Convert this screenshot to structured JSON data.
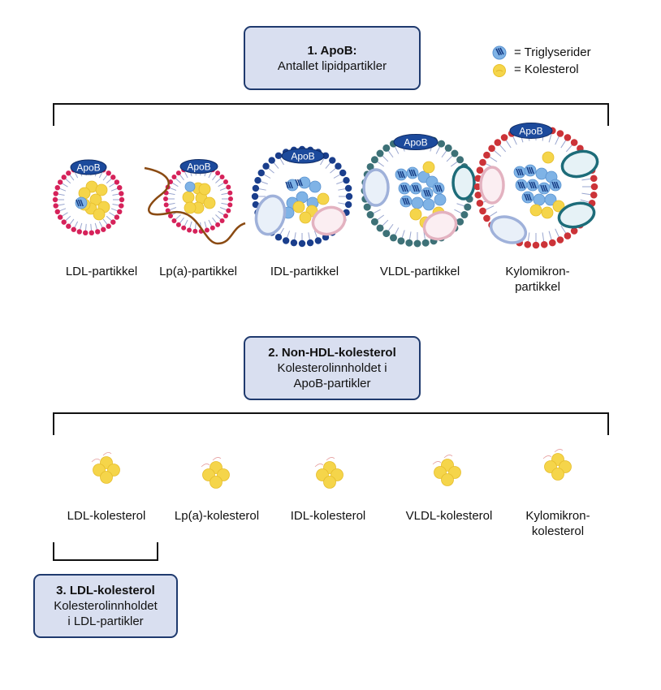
{
  "boxes": {
    "apob": {
      "title": "1. ApoB:",
      "lines": [
        "Antallet lipidpartikler"
      ]
    },
    "nonhdl": {
      "title": "2. Non-HDL-kolesterol",
      "lines": [
        "Kolesterolinnholdet i",
        "ApoB-partikler"
      ]
    },
    "ldl": {
      "title": "3. LDL-kolesterol",
      "lines": [
        "Kolesterolinnholdet",
        "i LDL-partikler"
      ]
    }
  },
  "legend": {
    "triglycerides": "= Triglyserider",
    "cholesterol": "= Kolesterol"
  },
  "apob_tag": "ApoB",
  "particles": [
    {
      "label": [
        "LDL-partikkel"
      ],
      "shell_color": "#d6225a"
    },
    {
      "label": [
        "Lp(a)-partikkel"
      ],
      "shell_color": "#d6225a"
    },
    {
      "label": [
        "IDL-partikkel"
      ],
      "shell_color": "#1a3e8c"
    },
    {
      "label": [
        "VLDL-partikkel"
      ],
      "shell_color": "#3d7177"
    },
    {
      "label": [
        "Kylomikron-",
        "partikkel"
      ],
      "shell_color": "#cc3338"
    }
  ],
  "cholesterol_items": [
    {
      "label": [
        "LDL-kolesterol"
      ]
    },
    {
      "label": [
        "Lp(a)-kolesterol"
      ]
    },
    {
      "label": [
        "IDL-kolesterol"
      ]
    },
    {
      "label": [
        "VLDL-kolesterol"
      ]
    },
    {
      "label": [
        "Kylomikron-",
        "kolesterol"
      ]
    }
  ],
  "colors": {
    "box_fill": "#d9dff0",
    "box_border": "#1f3a6e",
    "apob_tag": "#1c4a9c",
    "triglyceride": "#7fb3e6",
    "cholesterol": "#f5d54a",
    "lpa_strand": "#8a4a12"
  }
}
